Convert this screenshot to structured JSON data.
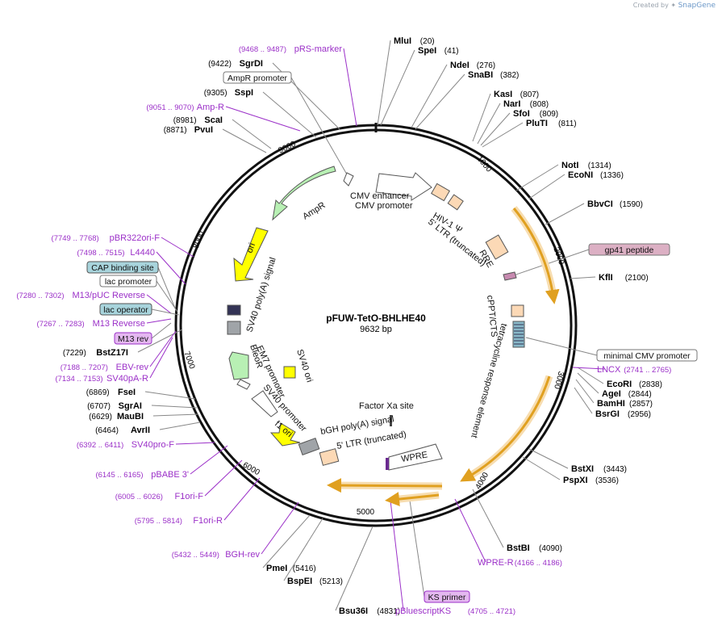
{
  "watermark": {
    "prefix": "Created by",
    "brand": "SnapGene"
  },
  "plasmid": {
    "name": "pFUW-TetO-BHLHE40",
    "length": "9632 bp"
  },
  "ticks": [
    "1000",
    "2000",
    "3000",
    "4000",
    "5000",
    "6000",
    "7000",
    "8000",
    "9000"
  ],
  "sites": [
    {
      "name": "MluI",
      "pos": "(20)"
    },
    {
      "name": "SpeI",
      "pos": "(41)"
    },
    {
      "name": "NdeI",
      "pos": "(276)"
    },
    {
      "name": "SnaBI",
      "pos": "(382)"
    },
    {
      "name": "KasI",
      "pos": "(807)"
    },
    {
      "name": "NarI",
      "pos": "(808)"
    },
    {
      "name": "SfoI",
      "pos": "(809)"
    },
    {
      "name": "PluTI",
      "pos": "(811)"
    },
    {
      "name": "NotI",
      "pos": "(1314)"
    },
    {
      "name": "EcoNI",
      "pos": "(1336)"
    },
    {
      "name": "BbvCI",
      "pos": "(1590)"
    },
    {
      "name": "KflI",
      "pos": "(2100)"
    },
    {
      "name": "EcoRI",
      "pos": "(2838)"
    },
    {
      "name": "AgeI",
      "pos": "(2844)"
    },
    {
      "name": "BamHI",
      "pos": "(2857)"
    },
    {
      "name": "BsrGI",
      "pos": "(2956)"
    },
    {
      "name": "BstXI",
      "pos": "(3443)"
    },
    {
      "name": "PspXI",
      "pos": "(3536)"
    },
    {
      "name": "BstBI",
      "pos": "(4090)"
    },
    {
      "name": "Bsu36I",
      "pos": "(4831)"
    },
    {
      "name": "BspEI",
      "pos": "(5213)"
    },
    {
      "name": "PmeI",
      "pos": "(5416)"
    },
    {
      "name": "AvrII",
      "pos": "(6464)"
    },
    {
      "name": "MauBI",
      "pos": "(6629)"
    },
    {
      "name": "SgrAI",
      "pos": "(6707)"
    },
    {
      "name": "FseI",
      "pos": "(6869)"
    },
    {
      "name": "BstZ17I",
      "pos": "(7229)"
    },
    {
      "name": "PvuI",
      "pos": "(8871)"
    },
    {
      "name": "ScaI",
      "pos": "(8981)"
    },
    {
      "name": "SspI",
      "pos": "(9305)"
    },
    {
      "name": "SgrDI",
      "pos": "(9422)"
    }
  ],
  "primers": [
    {
      "name": "pRS-marker",
      "range": "(9468 .. 9487)"
    },
    {
      "name": "Amp-R",
      "range": "(9051 .. 9070)"
    },
    {
      "name": "pBR322ori-F",
      "range": "(7749 .. 7768)"
    },
    {
      "name": "L4440",
      "range": "(7498 .. 7515)"
    },
    {
      "name": "M13/pUC Reverse",
      "range": "(7280 .. 7302)"
    },
    {
      "name": "M13 Reverse",
      "range": "(7267 .. 7283)"
    },
    {
      "name": "EBV-rev",
      "range": "(7188 .. 7207)"
    },
    {
      "name": "SV40pA-R",
      "range": "(7134 .. 7153)"
    },
    {
      "name": "SV40pro-F",
      "range": "(6392 .. 6411)"
    },
    {
      "name": "pBABE 3'",
      "range": "(6145 .. 6165)"
    },
    {
      "name": "F1ori-F",
      "range": "(6005 .. 6026)"
    },
    {
      "name": "F1ori-R",
      "range": "(5795 .. 5814)"
    },
    {
      "name": "BGH-rev",
      "range": "(5432 .. 5449)"
    },
    {
      "name": "WPRE-R",
      "range": "(4166 .. 4186)"
    },
    {
      "name": "LNCX",
      "range": "(2741 .. 2765)"
    },
    {
      "name": "pBluescriptKS",
      "range": "(4705 .. 4721)"
    }
  ],
  "boxed_labels": {
    "ampr_promoter": "AmpR promoter",
    "gp41": "gp41 peptide",
    "min_cmv": "minimal CMV promoter",
    "cap": "CAP binding site",
    "lac_promoter": "lac promoter",
    "lac_operator": "lac operator",
    "m13_rev": "M13 rev",
    "ks_primer": "KS primer"
  },
  "features": {
    "cmv_enhancer": "CMV enhancer",
    "cmv_promoter": "CMV promoter",
    "hiv_psi": "HIV-1 Ψ",
    "ltr5": "5' LTR (truncated)",
    "rre": "RRE",
    "cppt": "cPPT/CTS",
    "tre": "tetracycline response element",
    "factor_xa": "Factor Xa site",
    "wpre": "WPRE",
    "bgh": "bGH poly(A) signal",
    "ltr5b": "5' LTR (truncated)",
    "f1ori": "f1 ori",
    "sv40_promoter": "SV40 promoter",
    "em7": "EM7 promoter",
    "bleor": "BleoR",
    "sv40_ori": "SV40 ori",
    "sv40_pa": "SV40 poly(A) signal",
    "ori": "ori",
    "ampr": "AmpR"
  },
  "colors": {
    "backbone": "#111111",
    "primer": "#9b30c8",
    "orange_feature": "#e0a020",
    "orange_halo": "#f7ddb0",
    "ampr": "#b8f0b4",
    "ori": "#ffff00",
    "peach": "#fcd9b6",
    "cap_box": "#a8d4dc",
    "m13_box": "#e4b8f0"
  }
}
